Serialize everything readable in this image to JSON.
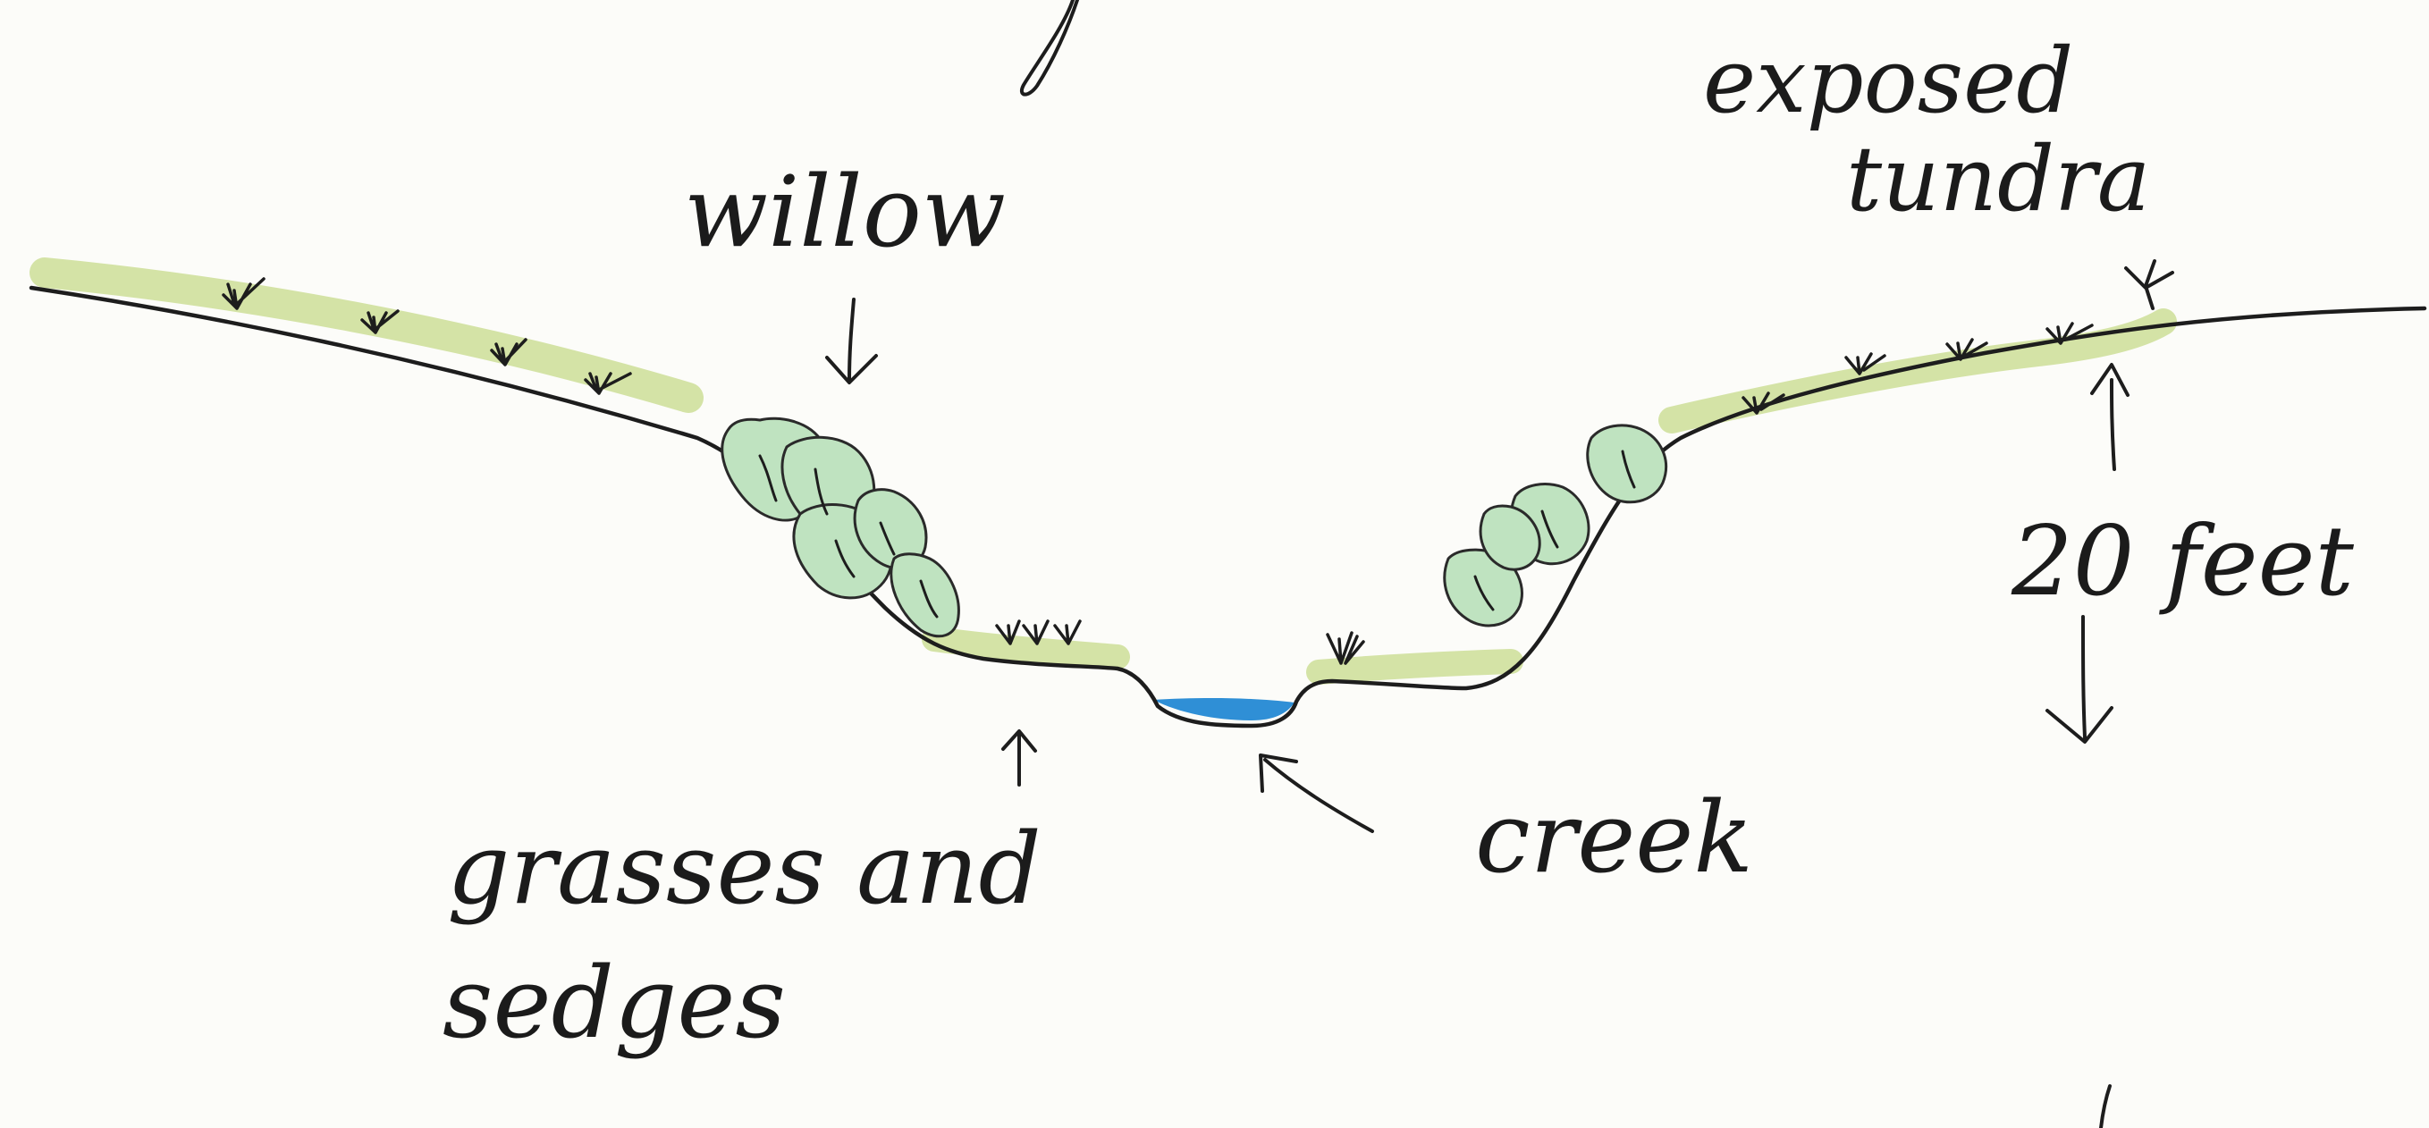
{
  "labels": {
    "willow": "willow",
    "exposed_tundra_line1": "exposed",
    "exposed_tundra_line2": "tundra",
    "height": "20 feet",
    "grasses_line1": "grasses and",
    "grasses_line2": "sedges",
    "creek": "creek"
  },
  "colors": {
    "ink": "#1d1d1d",
    "grass_wash": "#cfe0a0",
    "willow_fill": "#bfe3c0",
    "creek_water": "#2f8fd6",
    "paper": "#fcfcf9"
  },
  "icons": {
    "grass_tuft": "grass-tuft-icon",
    "arrow": "arrow-icon"
  }
}
